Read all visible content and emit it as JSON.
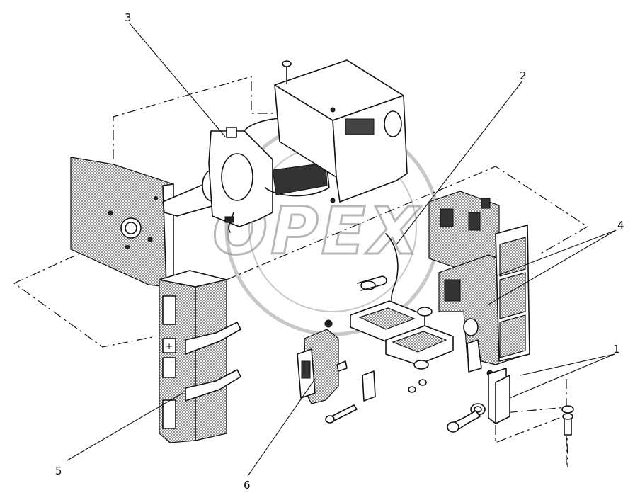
{
  "callouts": [
    {
      "id": "1",
      "label": "1"
    },
    {
      "id": "2",
      "label": "2"
    },
    {
      "id": "3",
      "label": "3"
    },
    {
      "id": "4",
      "label": "4"
    },
    {
      "id": "5",
      "label": "5"
    },
    {
      "id": "6",
      "label": "6"
    }
  ],
  "watermark": {
    "text": "OPEX"
  }
}
